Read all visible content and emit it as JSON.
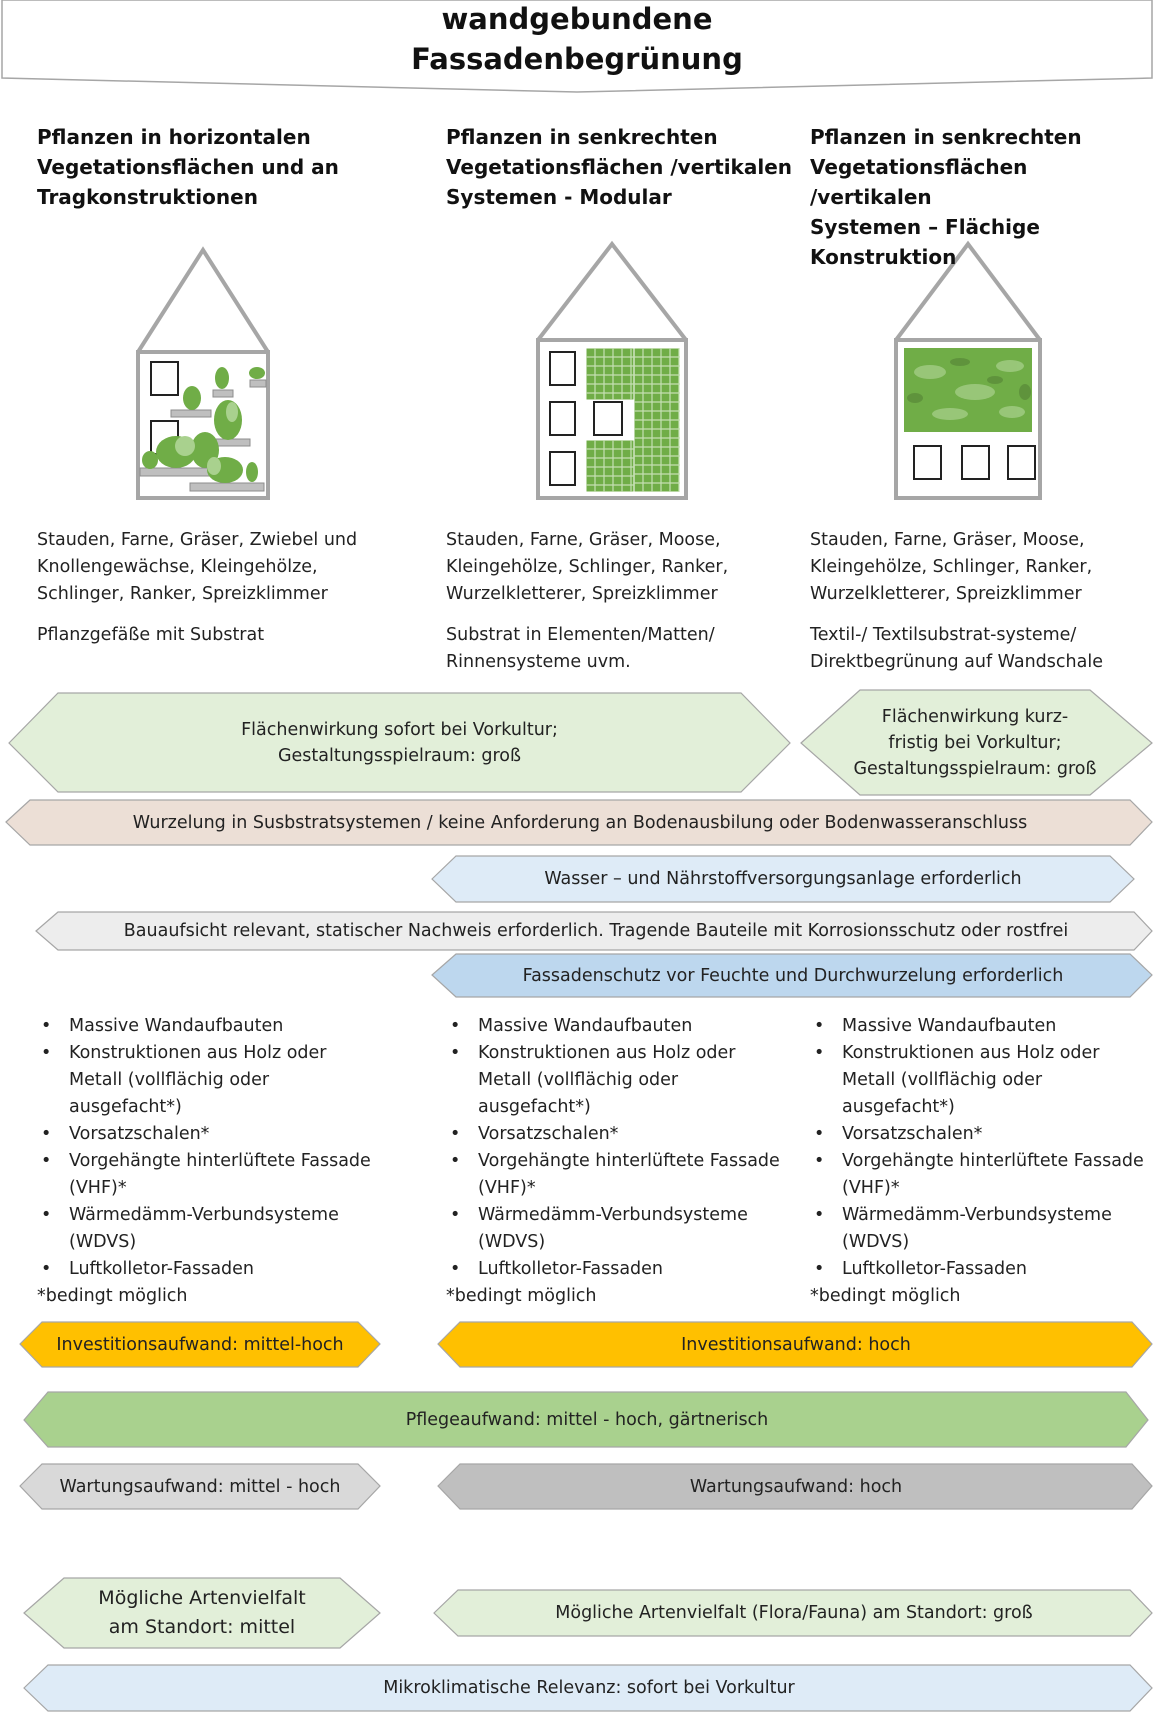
{
  "title": [
    "wandgebundene",
    "Fassadenbegrünung"
  ],
  "columns": [
    {
      "heading": [
        "Pflanzen in horizontalen",
        "Vegetationsflächen und an",
        "Tragkonstruktionen"
      ],
      "plants": [
        "Stauden, Farne, Gräser, Zwiebel und",
        "Knollengewächse, Kleingehölze,",
        "Schlinger, Ranker, Spreizklimmer"
      ],
      "substrate": [
        "Pflanzgefäße mit Substrat"
      ]
    },
    {
      "heading": [
        "Pflanzen in senkrechten",
        "Vegetationsflächen /vertikalen",
        "Systemen - Modular"
      ],
      "plants": [
        "Stauden, Farne, Gräser, Moose,",
        "Kleingehölze, Schlinger, Ranker,",
        "Wurzelkletterer, Spreizklimmer"
      ],
      "substrate": [
        "Substrat in Elementen/Matten/",
        "Rinnensysteme uvm."
      ]
    },
    {
      "heading": [
        "Pflanzen in senkrechten",
        "Vegetationsflächen /vertikalen",
        "Systemen – Flächige",
        "Konstruktion"
      ],
      "plants": [
        "Stauden, Farne, Gräser, Moose,",
        "Kleingehölze, Schlinger, Ranker,",
        "Wurzelkletterer, Spreizklimmer"
      ],
      "substrate": [
        "Textil-/ Textilsubstrat-systeme/",
        "Direktbegrünung auf Wandschale"
      ]
    }
  ],
  "bars": {
    "flaechenwirkung_a": [
      "Flächenwirkung sofort bei Vorkultur;",
      "Gestaltungsspielraum: groß"
    ],
    "flaechenwirkung_b": [
      "Flächenwirkung kurz-",
      "fristig bei Vorkultur;",
      "Gestaltungsspielraum: groß"
    ],
    "wurzelung": "Wurzelung in Susbstratsystemen / keine Anforderung an Bodenausbilung oder Bodenwasseranschluss",
    "wasser": "Wasser – und Nährstoffversorgungsanlage erforderlich",
    "bauaufsicht": "Bauaufsicht relevant, statischer Nachweis erforderlich. Tragende Bauteile mit Korrosionsschutz oder rostfrei",
    "fassadenschutz": "Fassadenschutz vor Feuchte und Durchwurzelung erforderlich",
    "invest_a": "Investitionsaufwand: mittel-hoch",
    "invest_b": "Investitionsaufwand: hoch",
    "pflege": "Pflegeaufwand: mittel - hoch, gärtnerisch",
    "wartung_a": "Wartungsaufwand: mittel - hoch",
    "wartung_b": "Wartungsaufwand: hoch",
    "arten_a": [
      "Mögliche Artenvielfalt",
      "am Standort: mittel"
    ],
    "arten_b": "Mögliche Artenvielfalt (Flora/Fauna) am Standort: groß",
    "mikro": "Mikroklimatische Relevanz: sofort bei Vorkultur"
  },
  "wall_list": [
    "Massive Wandaufbauten",
    "Konstruktionen aus Holz oder Metall (vollflächig oder ausgefacht*)",
    "Vorsatzschalen*",
    "Vorgehängte  hinterlüftete Fassade (VHF)*",
    "Wärmedämm-Verbundsysteme (WDVS)",
    "Luftkolletor-Fassaden"
  ],
  "footnote": "*bedingt möglich",
  "colors": {
    "green_light": "#e2efd9",
    "beige": "#ecdfd6",
    "blue_light": "#deebf7",
    "grey_light": "#ededed",
    "blue_mid": "#bdd7ee",
    "orange": "#ffc000",
    "green_mid": "#a9d18e",
    "grey_mid": "#d9d9d9",
    "grey_dark": "#bfbfbf",
    "border": "#a6a6a6"
  }
}
